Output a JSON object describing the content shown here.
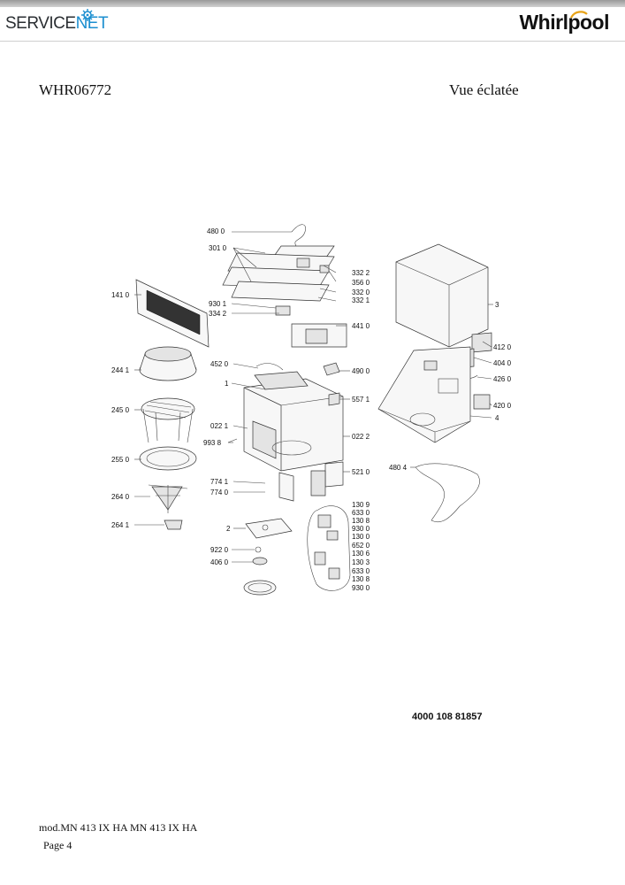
{
  "header": {
    "brand_left_a": "SERVICE",
    "brand_left_b": "NET",
    "brand_right": "Whirlpool"
  },
  "document": {
    "model_code": "WHR06772",
    "view_title": "Vue éclatée",
    "part_number": "4000 108 81857"
  },
  "footer": {
    "model_line": "mod.MN 413 IX HA MN 413 IX HA",
    "page_label": "Page 4"
  },
  "labels": {
    "l4800": "480 0",
    "l3010": "301 0",
    "l3322": "332 2",
    "l3560": "356 0",
    "l3320": "332 0",
    "l3321": "332 1",
    "l1410": "141 0",
    "l9301": "930 1",
    "l3342": "334 2",
    "l4410": "441 0",
    "l2441": "244 1",
    "l4520": "452 0",
    "l4900": "490 0",
    "l1": "1",
    "l5571": "557 1",
    "l2450": "245 0",
    "l0221": "022 1",
    "l0222": "022 2",
    "l9938": "993 8",
    "l2550": "255 0",
    "l5210": "521 0",
    "l7741": "774 1",
    "l7740": "774 0",
    "l2640": "264 0",
    "l1309": "130 9",
    "l6330a": "633 0",
    "l1308a": "130 8",
    "l9300a": "930 0",
    "l2641": "264 1",
    "l2": "2",
    "l1300": "130 0",
    "l9220": "922 0",
    "l6520": "652 0",
    "l1306": "130 6",
    "l4060": "406 0",
    "l1303": "130 3",
    "l6330b": "633 0",
    "l1308b": "130 8",
    "l9300b": "930 0",
    "l3": "3",
    "l4120": "412 0",
    "l4040": "404 0",
    "l4260": "426 0",
    "l4200": "420 0",
    "l4": "4",
    "l4804": "480 4"
  }
}
